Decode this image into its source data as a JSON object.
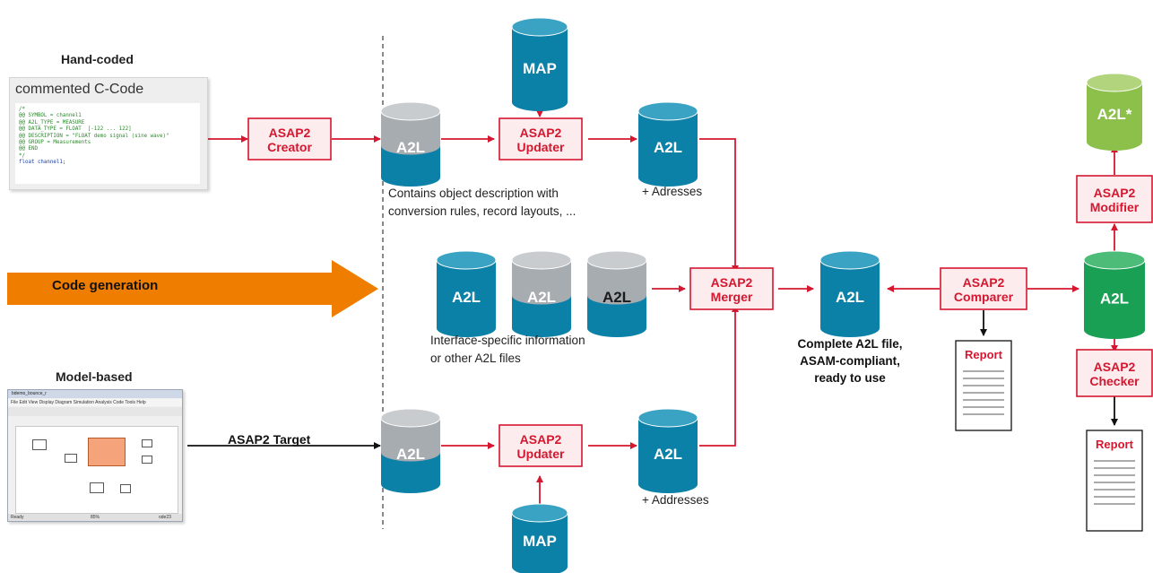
{
  "labels": {
    "hand_coded": "Hand-coded",
    "commented_ccode": "commented C-Code",
    "code_generation": "Code generation",
    "model_based": "Model-based",
    "asap2_target": "ASAP2 Target",
    "contains_desc_1": "Contains object description with",
    "contains_desc_2": "conversion rules, record layouts, ...",
    "adresses": "+ Adresses",
    "addresses": "+ Addresses",
    "interface_1": "Interface-specific information",
    "interface_2": "or other A2L files",
    "complete_1": "Complete A2L file,",
    "complete_2": "ASAM-compliant,",
    "complete_3": "ready to use"
  },
  "code_lines": [
    "/*",
    "@@ SYMBOL = channel1",
    "@@ A2L_TYPE = MEASURE",
    "@@ DATA_TYPE = FLOAT  [-122 ... 122]",
    "@@ DESCRIPTION = \"FLOAT demo signal (sine wave)\"",
    "@@ GROUP = Measurements",
    "@@ END",
    "*/",
    "float channel1;"
  ],
  "tools": {
    "creator": [
      "ASAP2",
      "Creator"
    ],
    "updater_top": [
      "ASAP2",
      "Updater"
    ],
    "updater_bottom": [
      "ASAP2",
      "Updater"
    ],
    "merger": [
      "ASAP2",
      "Merger"
    ],
    "comparer": [
      "ASAP2",
      "Comparer"
    ],
    "modifier": [
      "ASAP2",
      "Modifier"
    ],
    "checker": [
      "ASAP2",
      "Checker"
    ]
  },
  "dbs": {
    "map_top": "MAP",
    "map_bottom": "MAP",
    "a2l_creator_out": "A2L",
    "a2l_updater_top_out": "A2L",
    "a2l_iface_1": "A2L",
    "a2l_iface_2": "A2L",
    "a2l_iface_3": "A2L",
    "a2l_target_out": "A2L",
    "a2l_updater_bottom_out": "A2L",
    "a2l_complete": "A2L",
    "a2l_green": "A2L",
    "a2l_modified": "A2L*"
  },
  "reports": {
    "comparer_report": "Report",
    "checker_report": "Report"
  },
  "model_window": {
    "title": "bdemo_bounce_r",
    "menu": "File  Edit  View  Display  Diagram  Simulation  Analysis  Code  Tools  Help",
    "status_left": "Ready",
    "status_mid": "85%",
    "status_right": "ode23"
  },
  "colors": {
    "tool_red": "#d5172f",
    "tool_fill": "#fdecee",
    "db_blue": "#0c81a8",
    "db_grey": "#a7acb1",
    "db_green": "#1aa055",
    "db_lightgreen": "#8dc04a",
    "code_gen_orange": "#ef7d00"
  }
}
